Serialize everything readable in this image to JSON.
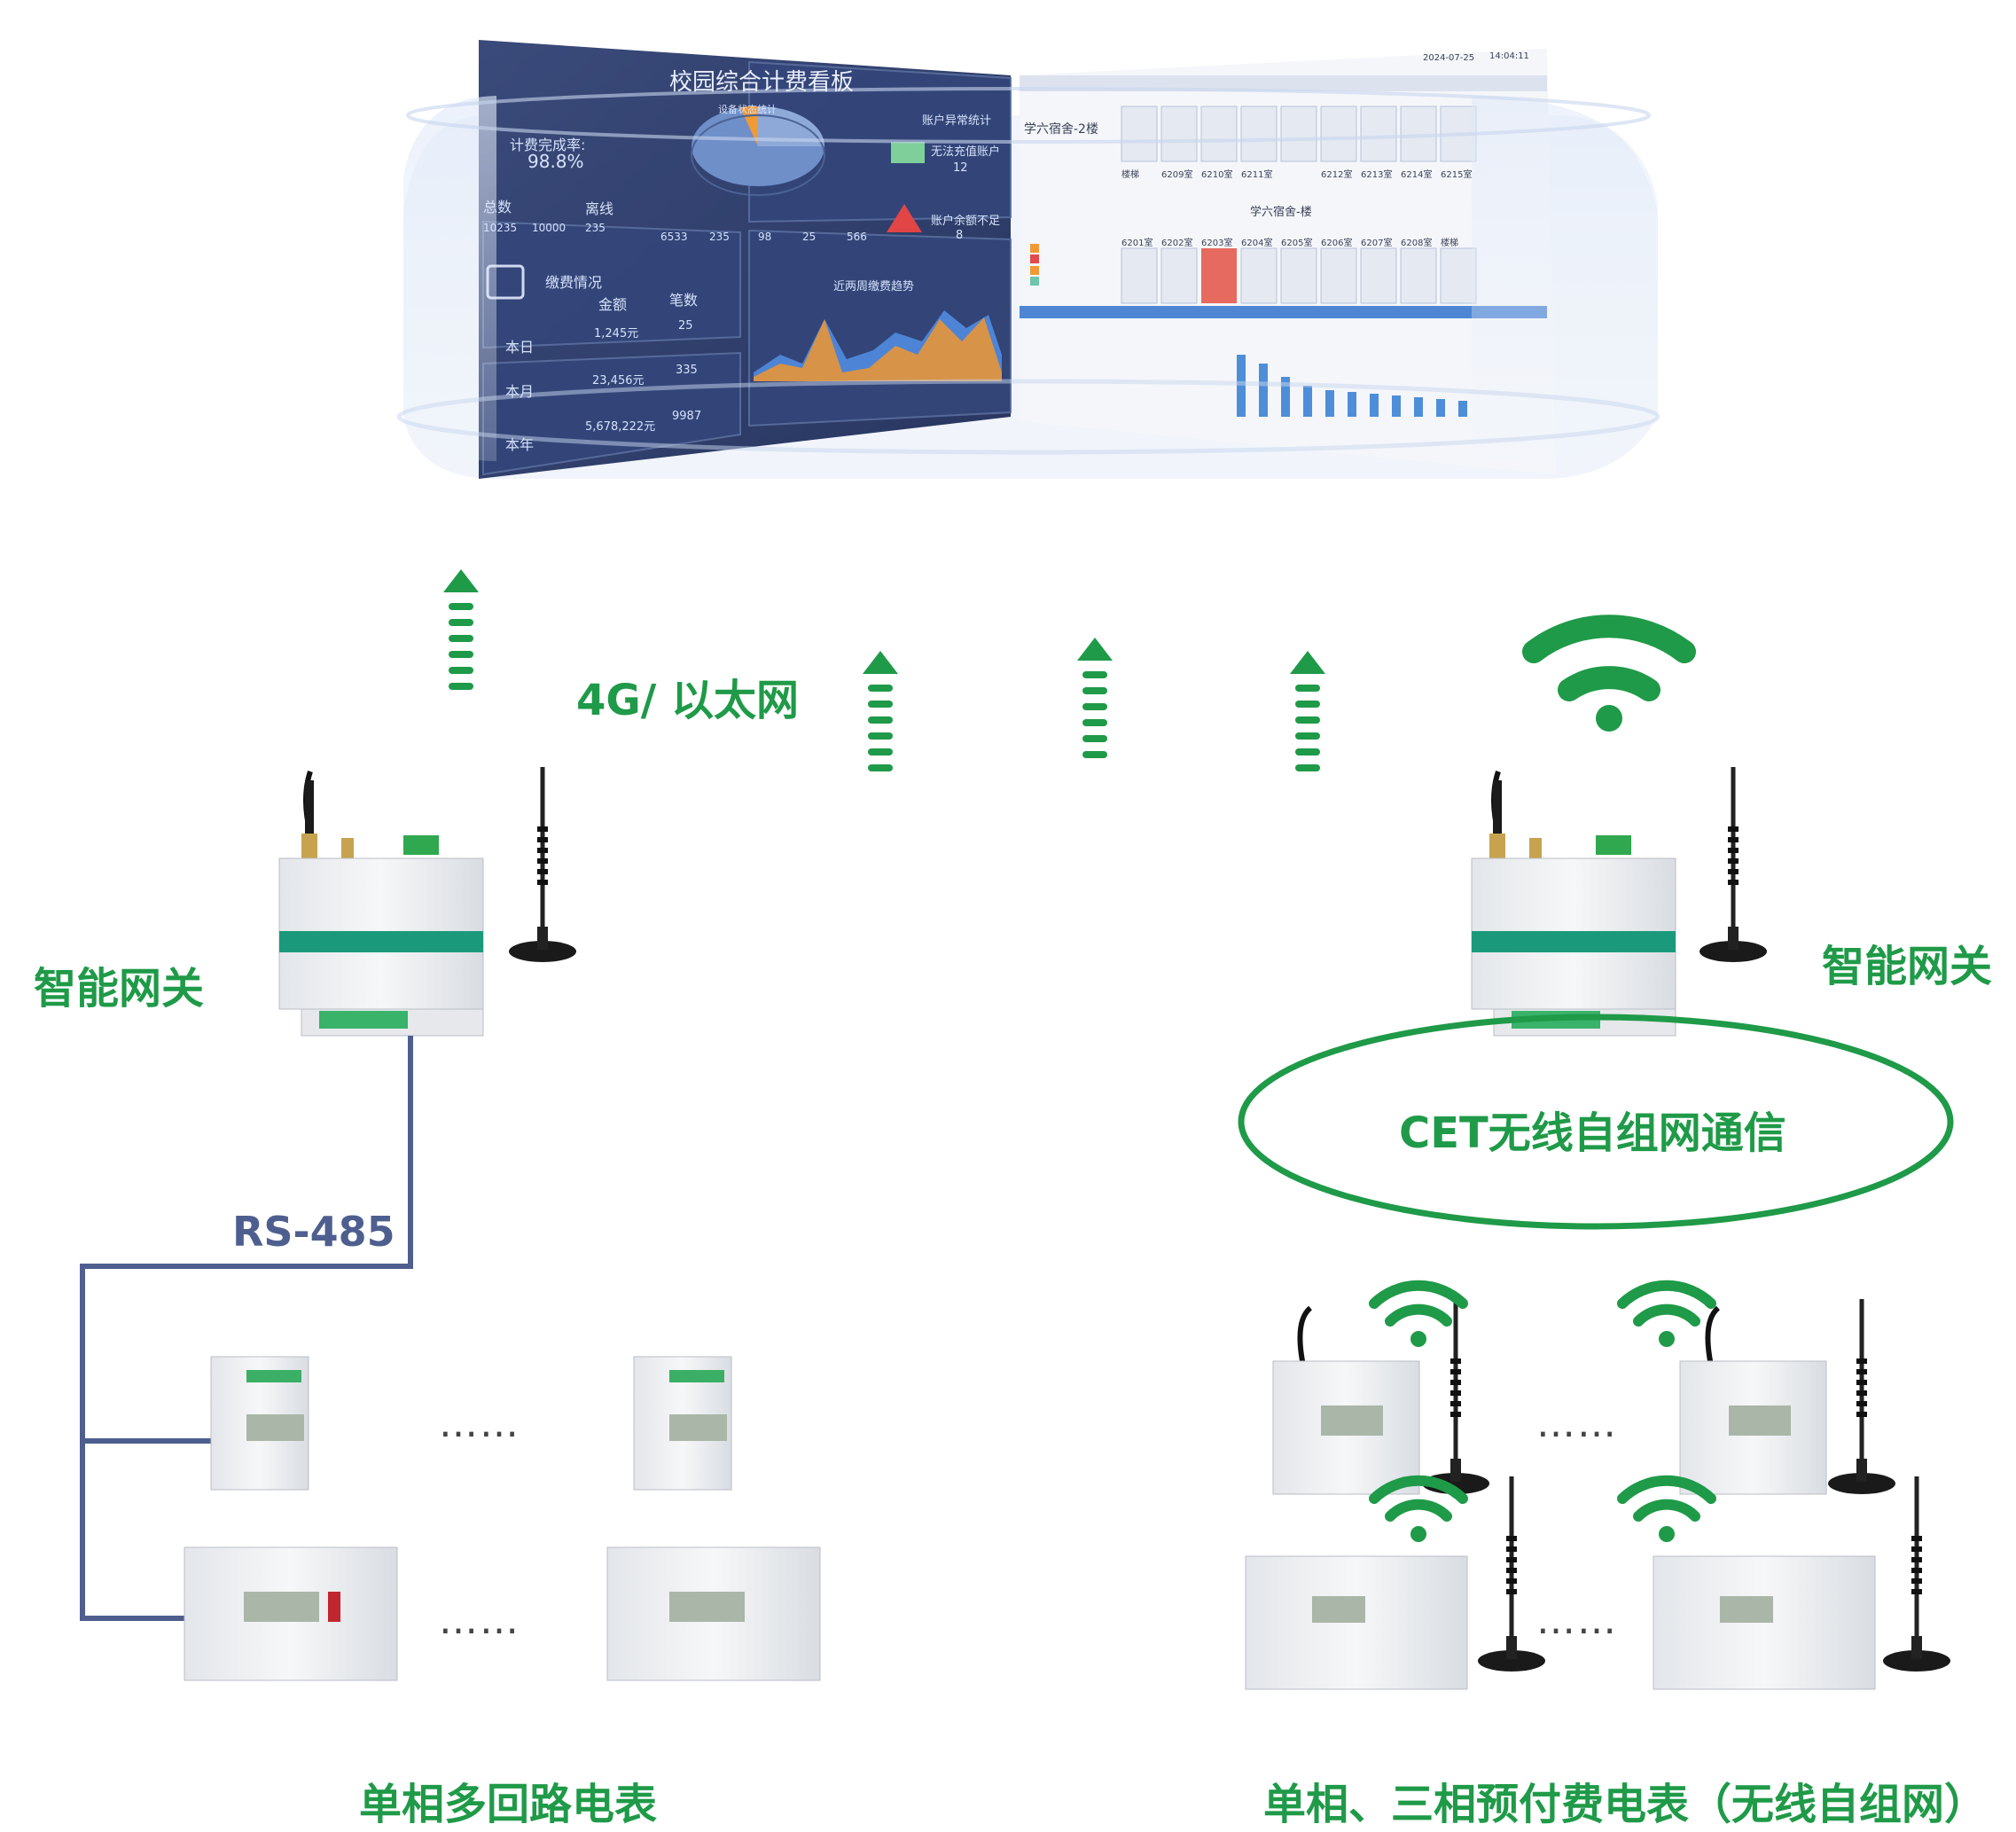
{
  "labels": {
    "network": "4G/ 以太网",
    "gateway_left": "智能网关",
    "gateway_right": "智能网关",
    "rs485": "RS-485",
    "wireless": "CET无线自组网通信",
    "meters_left": "单相多回路电表",
    "meters_right": "单相、三相预付费电表（无线自组网）",
    "ellipsis": "……"
  },
  "dashboard": {
    "title": "校园综合计费看板",
    "rate_label": "计费完成率:",
    "rate_value": "98.8%",
    "total_label": "总数",
    "offline_label": "离线",
    "abnormal_label": "账户异常统计",
    "no_recharge": "无法充值账户",
    "no_recharge_count": "12",
    "balance_warn": "账户余额不足",
    "balance_warn_count": "8",
    "recharge_title": "缴费情况",
    "amount_col": "金额",
    "count_col": "笔数",
    "rows": [
      {
        "period": "本日",
        "amount": "1,245元",
        "count": "25"
      },
      {
        "period": "本月",
        "amount": "23,456元",
        "count": "335"
      },
      {
        "period": "本年",
        "amount": "5,678,222元",
        "count": "9987"
      }
    ],
    "trend_title": "近两周缴费趋势",
    "pie_title": "设备状态统计",
    "stats": [
      "10235",
      "10000",
      "235",
      "6533",
      "235",
      "98",
      "25",
      "566"
    ]
  },
  "dashboard_right": {
    "building": "学六宿舍-2楼",
    "building2": "学六宿舍-楼",
    "date": "2024-07-25",
    "time": "14:04:11",
    "rooms_top": [
      "楼梯",
      "6209室",
      "6210室",
      "6211室",
      "6212室",
      "6213室",
      "6214室",
      "6215室"
    ],
    "rooms_bottom": [
      "6201室",
      "6202室",
      "6203室",
      "6204室",
      "6205室",
      "6206室",
      "6207室",
      "6208室",
      "楼梯"
    ]
  },
  "colors": {
    "green": "#1f9a48",
    "rs485_line": "#4e5f8f",
    "screen_bg": "#2f3d68"
  }
}
